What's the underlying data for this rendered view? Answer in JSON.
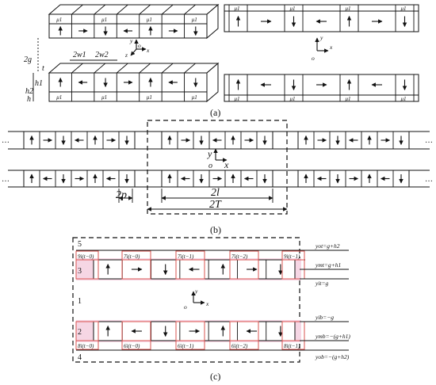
{
  "panel_labels": {
    "a": "(a)",
    "b": "(b)",
    "c": "(c)"
  },
  "panel_a": {
    "mu_label": "μ1",
    "top_magnets": [
      "up",
      "right",
      "down",
      "left",
      "up",
      "right",
      "down"
    ],
    "bottom_magnets": [
      "up",
      "left",
      "down",
      "right",
      "up",
      "left",
      "down"
    ],
    "dims": {
      "g2": "2g",
      "w1": "2w1",
      "w2": "2w2",
      "h1": "h1",
      "h2": "h2",
      "t": "t",
      "h": "h"
    },
    "axes": {
      "x": "x",
      "y": "y",
      "z": "z",
      "o": "o"
    }
  },
  "panel_b": {
    "dots": "…",
    "top_arrows": [
      "up",
      "right",
      "down",
      "left",
      "up",
      "right",
      "down"
    ],
    "bottom_arrows": [
      "up",
      "left",
      "down",
      "right",
      "up",
      "left",
      "down"
    ],
    "dim_2p": "2p",
    "dim_2l": "2l",
    "dim_2T": "2T",
    "axes": {
      "x": "x",
      "y": "y",
      "o": "o"
    }
  },
  "panel_c": {
    "regions": {
      "r1": "1",
      "r2": "2",
      "r3": "3",
      "r4": "4",
      "r5": "5"
    },
    "top_currents": [
      "9i(t−0)",
      "7i(t−0)",
      "7i(t−1)",
      "7i(t−2)",
      "9i(t−1)"
    ],
    "bottom_currents": [
      "8i(t−0)",
      "6i(t−0)",
      "6i(t−1)",
      "6i(t−2)",
      "8i(t−1)"
    ],
    "top_arrows": [
      "up",
      "right",
      "down",
      "left",
      "up",
      "right",
      "down"
    ],
    "bottom_arrows": [
      "up",
      "left",
      "down",
      "right",
      "up",
      "left",
      "down"
    ],
    "right_labels": {
      "yot": "yot=g+h2",
      "ymt": "ymt=g+h1",
      "yit": "yit=g",
      "yib": "yib=−g",
      "ymb": "ymb=−(g+h1)",
      "yob": "yob=−(g+h2)"
    },
    "axes": {
      "x": "x",
      "y": "y",
      "o": "o"
    }
  }
}
